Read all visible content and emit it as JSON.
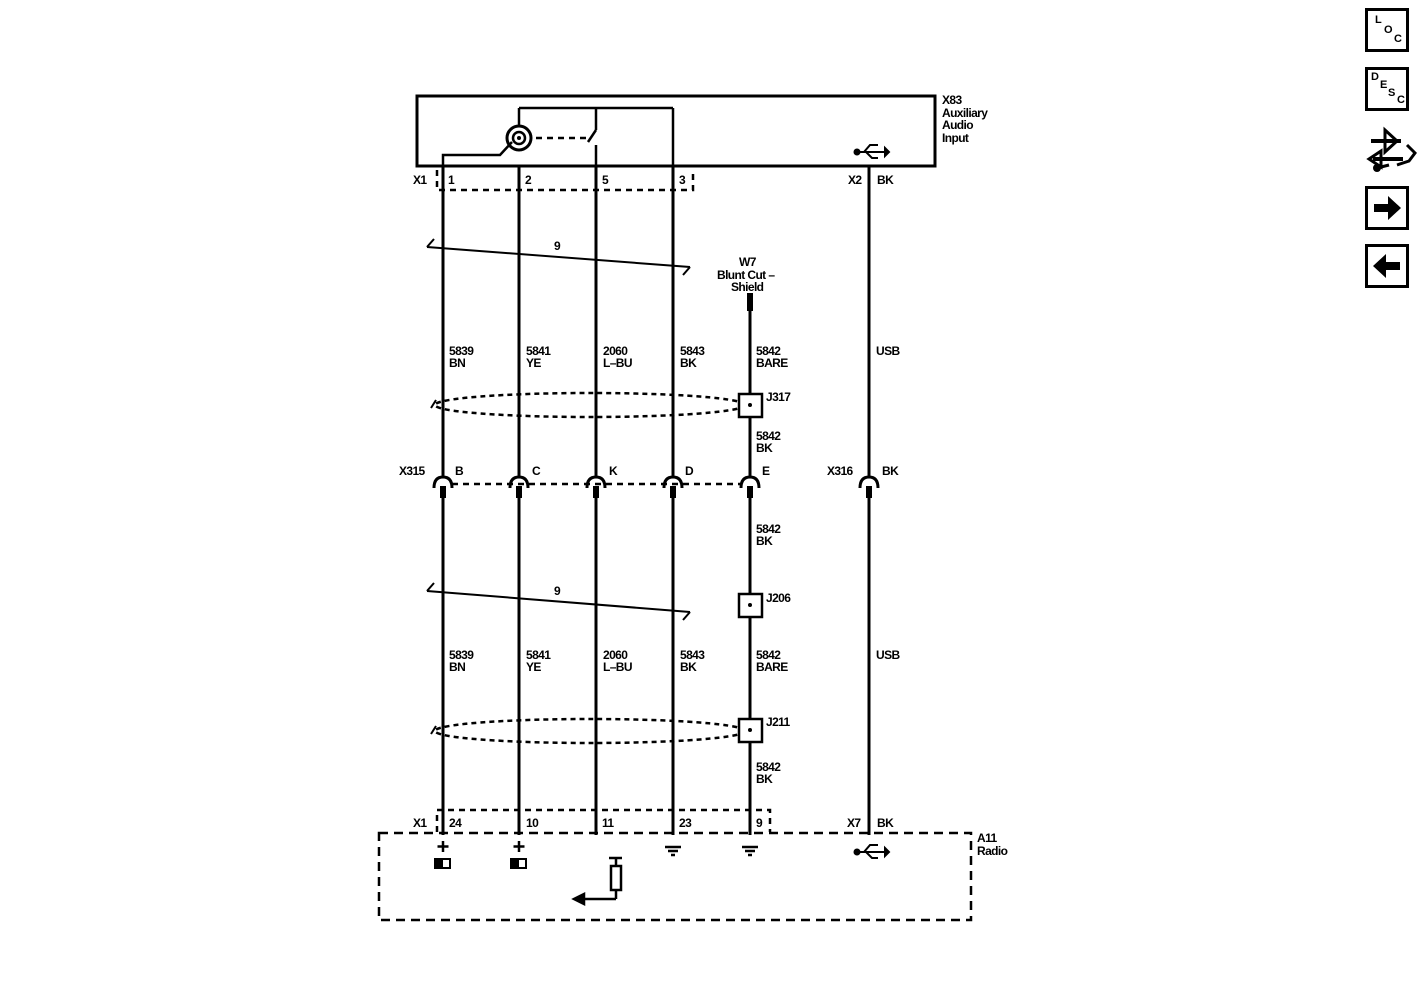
{
  "components": {
    "x83": {
      "id": "X83",
      "name_lines": [
        "Auxiliary",
        "Audio",
        "Input"
      ]
    },
    "a11": {
      "id": "A11",
      "name_lines": [
        "Radio"
      ]
    },
    "w7": {
      "id": "W7",
      "name_lines": [
        "Blunt Cut –",
        "Shield"
      ]
    }
  },
  "connectors": {
    "x1_top": "X1",
    "x2_top": "X2",
    "x2_top_color": "BK",
    "x315": "X315",
    "x316": "X316",
    "x316_color": "BK",
    "x1_bottom": "X1",
    "x7_bottom": "X7",
    "x7_bottom_color": "BK"
  },
  "top_pins": [
    "1",
    "2",
    "5",
    "3"
  ],
  "x315_pins": [
    "B",
    "C",
    "K",
    "D",
    "E"
  ],
  "bottom_pins": [
    "24",
    "10",
    "11",
    "23",
    "9"
  ],
  "wires_upper": [
    {
      "circuit": "5839",
      "color": "BN"
    },
    {
      "circuit": "5841",
      "color": "YE"
    },
    {
      "circuit": "2060",
      "color": "L–BU"
    },
    {
      "circuit": "5843",
      "color": "BK"
    },
    {
      "circuit": "5842",
      "color": "BARE"
    }
  ],
  "wires_lower": [
    {
      "circuit": "5839",
      "color": "BN"
    },
    {
      "circuit": "5841",
      "color": "YE"
    },
    {
      "circuit": "2060",
      "color": "L–BU"
    },
    {
      "circuit": "5843",
      "color": "BK"
    },
    {
      "circuit": "5842",
      "color": "BARE"
    }
  ],
  "shield_segments": [
    {
      "circuit": "5842",
      "color": "BK"
    },
    {
      "circuit": "5842",
      "color": "BK"
    },
    {
      "circuit": "5842",
      "color": "BK"
    }
  ],
  "splices": {
    "j317": "J317",
    "j206": "J206",
    "j211": "J211"
  },
  "usb_labels": [
    "USB",
    "USB"
  ],
  "twist_count": [
    "9",
    "9"
  ],
  "nav": {
    "loc": {
      "l1": "L",
      "l2": "O",
      "l3": "C"
    },
    "desc": {
      "l1": "D",
      "l2": "E",
      "l3": "S",
      "l4": "C"
    }
  }
}
